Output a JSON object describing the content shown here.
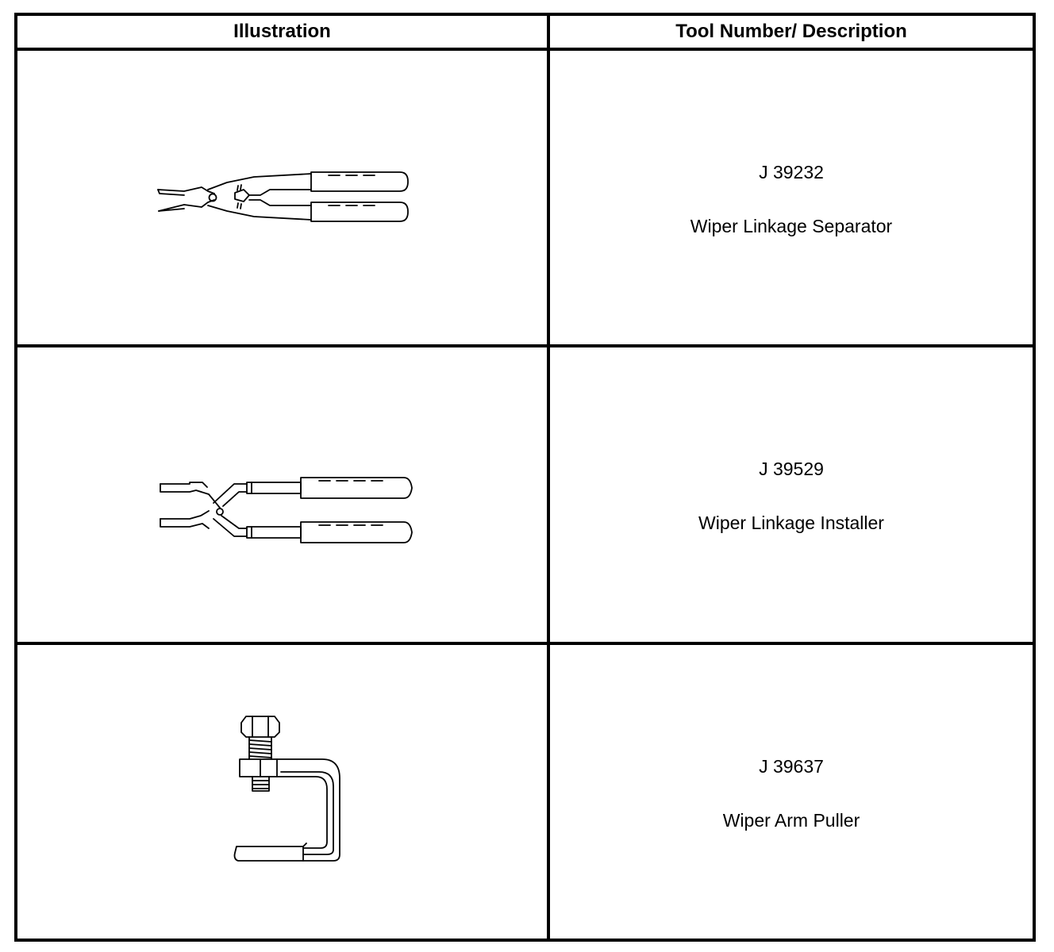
{
  "table": {
    "headers": {
      "illustration": "Illustration",
      "tool": "Tool Number/ Description"
    },
    "rows": [
      {
        "tool_number": "J 39232",
        "description": "Wiper Linkage Separator",
        "illustration_icon": "wiper-linkage-separator-pliers-icon"
      },
      {
        "tool_number": "J 39529",
        "description": "Wiper Linkage Installer",
        "illustration_icon": "wiper-linkage-installer-pliers-icon"
      },
      {
        "tool_number": "J 39637",
        "description": "Wiper Arm Puller",
        "illustration_icon": "wiper-arm-puller-clamp-icon"
      }
    ]
  }
}
